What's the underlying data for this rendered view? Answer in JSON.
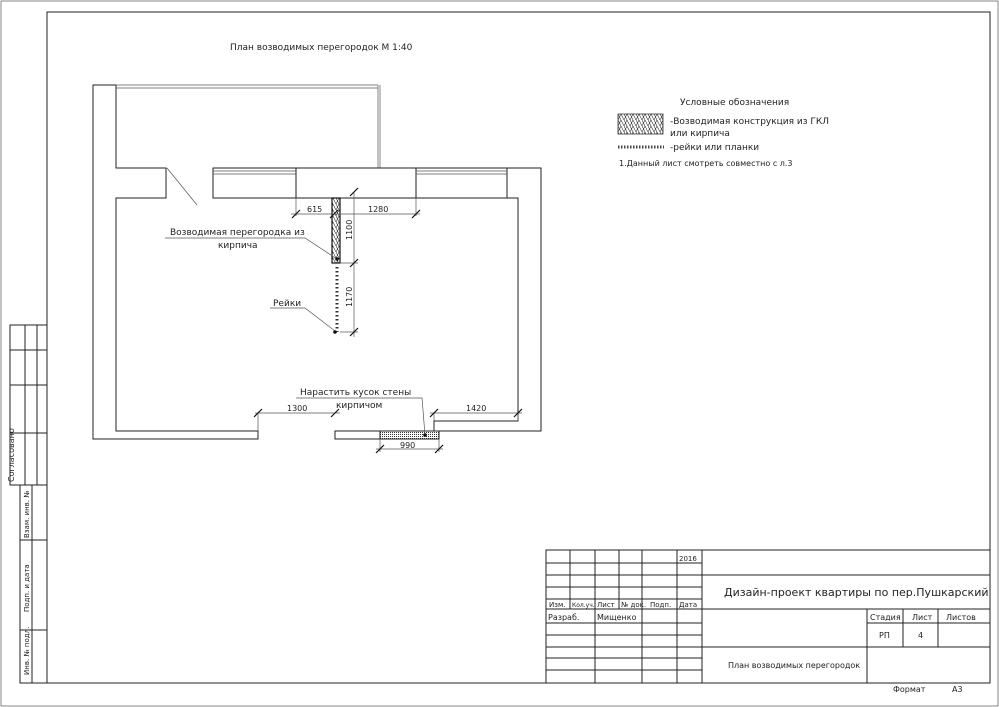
{
  "drawing": {
    "title": "План возводимых перегородок  М 1:40",
    "labels": {
      "brick_partition_line1": "Возводимая перегородка из",
      "brick_partition_line2": "кирпича",
      "rails": "Рейки",
      "extend_wall_line1": "Нарастить кусок стены",
      "extend_wall_line2": "кирпичом"
    },
    "dimensions": {
      "d615": "615",
      "d1280": "1280",
      "d1100": "1100",
      "d1170": "1170",
      "d1300": "1300",
      "d1420": "1420",
      "d990": "990"
    }
  },
  "legend": {
    "title": "Условные обозначения",
    "item1_line1": "-Возводимая конструкция из ГКЛ",
    "item1_line2": "или кирпича",
    "item2": "-рейки или планки",
    "note": "1.Данный лист смотреть совместно с л.3"
  },
  "side_stamp": {
    "agreed": "Согласовано",
    "inv_replace": "Взам. инв. №",
    "sign_date": "Подп. и дата",
    "inv_orig": "Инв. № подл."
  },
  "title_block": {
    "year": "2016",
    "headers": [
      "Изм.",
      "Кол.уч.",
      "Лист",
      "№ док.",
      "Подп.",
      "Дата"
    ],
    "role": "Разраб.",
    "author": "Мищенко",
    "project": "Дизайн-проект квартиры по пер.Пушкарский",
    "stage_header": "Стадия",
    "sheet_header": "Лист",
    "sheets_header": "Листов",
    "stage": "РП",
    "sheet": "4",
    "drawing_name": "План возводимых перегородок",
    "format_label": "Формат",
    "format": "А3"
  }
}
